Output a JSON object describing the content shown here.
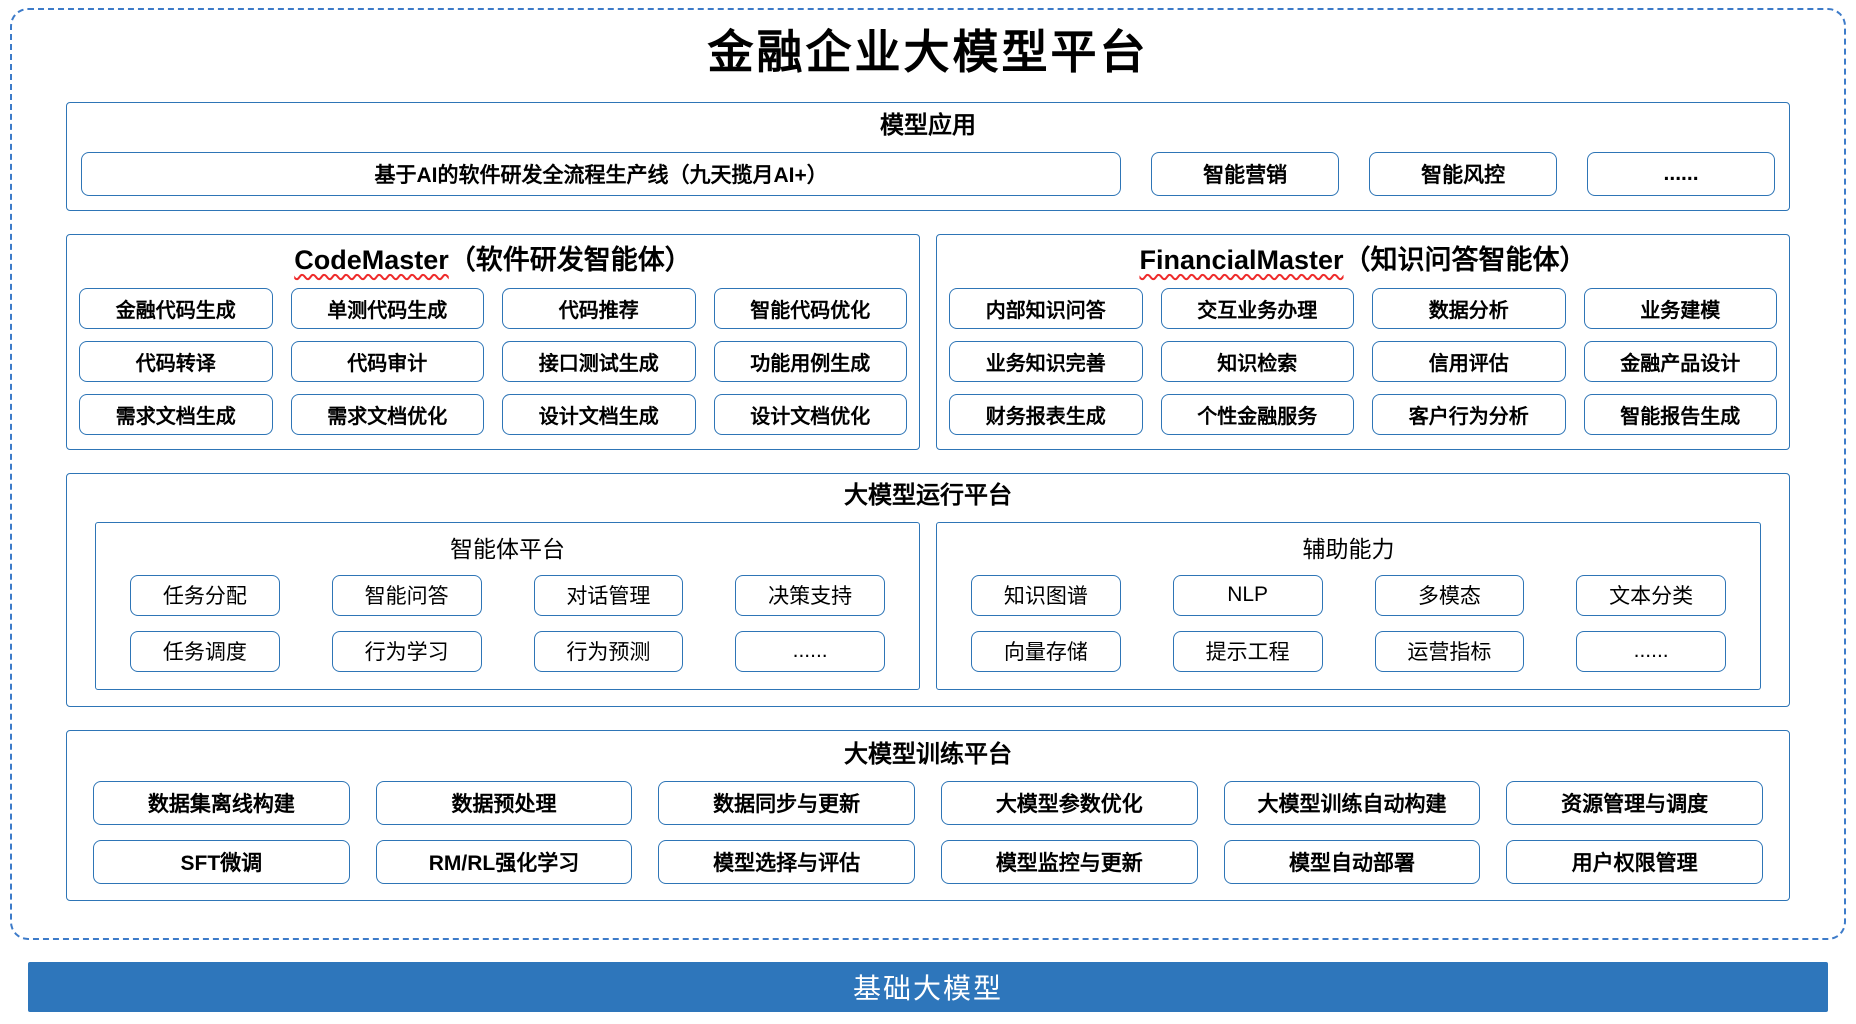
{
  "title": "金融企业大模型平台",
  "model_app": {
    "title": "模型应用",
    "main_item": "基于AI的软件研发全流程生产线（九天揽月AI+）",
    "items": [
      "智能营销",
      "智能风控",
      "......"
    ]
  },
  "codemaster": {
    "title_en": "CodeMaster",
    "title_cn": "（软件研发智能体）",
    "items": [
      "金融代码生成",
      "单测代码生成",
      "代码推荐",
      "智能代码优化",
      "代码转译",
      "代码审计",
      "接口测试生成",
      "功能用例生成",
      "需求文档生成",
      "需求文档优化",
      "设计文档生成",
      "设计文档优化"
    ]
  },
  "financialmaster": {
    "title_en": "FinancialMaster",
    "title_cn": "（知识问答智能体）",
    "items": [
      "内部知识问答",
      "交互业务办理",
      "数据分析",
      "业务建模",
      "业务知识完善",
      "知识检索",
      "信用评估",
      "金融产品设计",
      "财务报表生成",
      "个性金融服务",
      "客户行为分析",
      "智能报告生成"
    ]
  },
  "runtime": {
    "title": "大模型运行平台",
    "agent_platform": {
      "title": "智能体平台",
      "items": [
        "任务分配",
        "智能问答",
        "对话管理",
        "决策支持",
        "任务调度",
        "行为学习",
        "行为预测",
        "......"
      ]
    },
    "auxiliary": {
      "title": "辅助能力",
      "items": [
        "知识图谱",
        "NLP",
        "多模态",
        "文本分类",
        "向量存储",
        "提示工程",
        "运营指标",
        "......"
      ]
    }
  },
  "training": {
    "title": "大模型训练平台",
    "items": [
      "数据集离线构建",
      "数据预处理",
      "数据同步与更新",
      "大模型参数优化",
      "大模型训练自动构建",
      "资源管理与调度",
      "SFT微调",
      "RM/RL强化学习",
      "模型选择与评估",
      "模型监控与更新",
      "模型自动部署",
      "用户权限管理"
    ]
  },
  "foundation": {
    "label": "基础大模型"
  },
  "colors": {
    "box_border_blue": "#2e75b6",
    "frame_dashed_blue": "#3d7bc9",
    "foundation_bar_blue": "#2e76bb",
    "wavy_underline_red": "#ee2b2b"
  }
}
